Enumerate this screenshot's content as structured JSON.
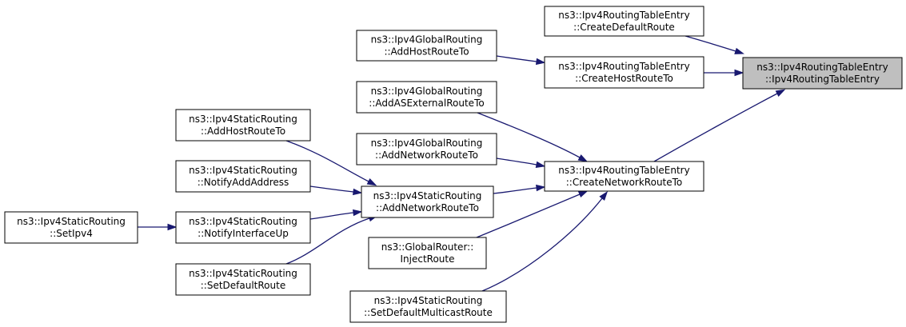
{
  "diagram": {
    "nodes": [
      {
        "id": "root",
        "lines": [
          "ns3::Ipv4RoutingTableEntry",
          "::Ipv4RoutingTableEntry"
        ],
        "highlight": true
      },
      {
        "id": "create-default-route",
        "lines": [
          "ns3::Ipv4RoutingTableEntry",
          "::CreateDefaultRoute"
        ]
      },
      {
        "id": "create-host-route-to",
        "lines": [
          "ns3::Ipv4RoutingTableEntry",
          "::CreateHostRouteTo"
        ]
      },
      {
        "id": "create-network-route-to",
        "lines": [
          "ns3::Ipv4RoutingTableEntry",
          "::CreateNetworkRouteTo"
        ]
      },
      {
        "id": "global-add-host-route-to",
        "lines": [
          "ns3::Ipv4GlobalRouting",
          "::AddHostRouteTo"
        ]
      },
      {
        "id": "global-add-as-external-route-to",
        "lines": [
          "ns3::Ipv4GlobalRouting",
          "::AddASExternalRouteTo"
        ]
      },
      {
        "id": "global-add-network-route-to",
        "lines": [
          "ns3::Ipv4GlobalRouting",
          "::AddNetworkRouteTo"
        ]
      },
      {
        "id": "static-add-network-route-to",
        "lines": [
          "ns3::Ipv4StaticRouting",
          "::AddNetworkRouteTo"
        ]
      },
      {
        "id": "global-router-inject-route",
        "lines": [
          "ns3::GlobalRouter::",
          "InjectRoute"
        ]
      },
      {
        "id": "static-set-default-multicast-route",
        "lines": [
          "ns3::Ipv4StaticRouting",
          "::SetDefaultMulticastRoute"
        ]
      },
      {
        "id": "static-add-host-route-to",
        "lines": [
          "ns3::Ipv4StaticRouting",
          "::AddHostRouteTo"
        ]
      },
      {
        "id": "static-notify-add-address",
        "lines": [
          "ns3::Ipv4StaticRouting",
          "::NotifyAddAddress"
        ]
      },
      {
        "id": "static-notify-interface-up",
        "lines": [
          "ns3::Ipv4StaticRouting",
          "::NotifyInterfaceUp"
        ]
      },
      {
        "id": "static-set-default-route",
        "lines": [
          "ns3::Ipv4StaticRouting",
          "::SetDefaultRoute"
        ]
      },
      {
        "id": "static-set-ipv4",
        "lines": [
          "ns3::Ipv4StaticRouting",
          "::SetIpv4"
        ]
      }
    ],
    "edges": [
      {
        "from": "create-default-route",
        "to": "root"
      },
      {
        "from": "create-host-route-to",
        "to": "root"
      },
      {
        "from": "create-network-route-to",
        "to": "root"
      },
      {
        "from": "global-add-host-route-to",
        "to": "create-host-route-to"
      },
      {
        "from": "global-add-as-external-route-to",
        "to": "create-network-route-to"
      },
      {
        "from": "global-add-network-route-to",
        "to": "create-network-route-to"
      },
      {
        "from": "static-add-network-route-to",
        "to": "create-network-route-to"
      },
      {
        "from": "global-router-inject-route",
        "to": "create-network-route-to"
      },
      {
        "from": "static-set-default-multicast-route",
        "to": "create-network-route-to"
      },
      {
        "from": "static-add-host-route-to",
        "to": "static-add-network-route-to"
      },
      {
        "from": "static-notify-add-address",
        "to": "static-add-network-route-to"
      },
      {
        "from": "static-notify-interface-up",
        "to": "static-add-network-route-to"
      },
      {
        "from": "static-set-default-route",
        "to": "static-add-network-route-to"
      },
      {
        "from": "static-set-ipv4",
        "to": "static-notify-interface-up"
      }
    ],
    "colors": {
      "edge": "#191970",
      "node_border": "#000000",
      "root_fill": "#bfbfbf",
      "node_fill": "#ffffff"
    }
  }
}
